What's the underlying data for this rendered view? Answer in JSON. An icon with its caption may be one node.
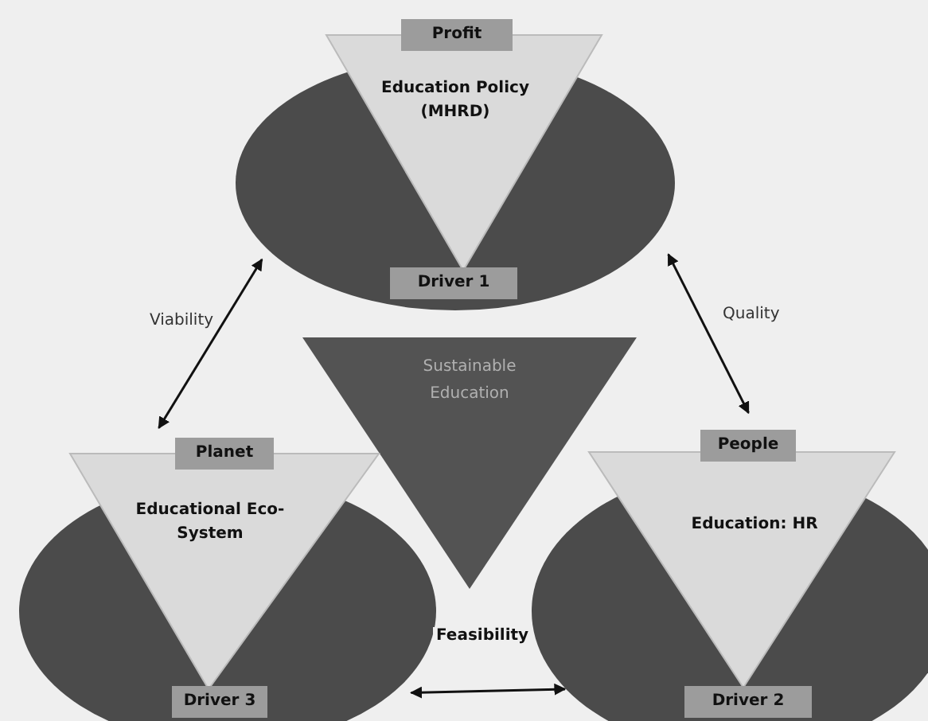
{
  "diagram": {
    "nodes": [
      {
        "text": [
          "Profit",
          "Education Policy (MHRD)",
          "Driver 1"
        ]
      },
      {
        "text": [
          "Sustainable Education"
        ]
      },
      {
        "text": [
          "Planet",
          "Educational Eco-System",
          "Driver 3"
        ]
      },
      {
        "text": [
          "People",
          "Education: HR",
          "Driver 2"
        ]
      }
    ],
    "edges": [
      {
        "from": 0,
        "to": 2,
        "arrow": "both",
        "label": "Viability"
      },
      {
        "from": 0,
        "to": 3,
        "arrow": "both",
        "label": "Quality"
      },
      {
        "from": 2,
        "to": 3,
        "arrow": "both",
        "label": "Feasibility"
      }
    ]
  }
}
